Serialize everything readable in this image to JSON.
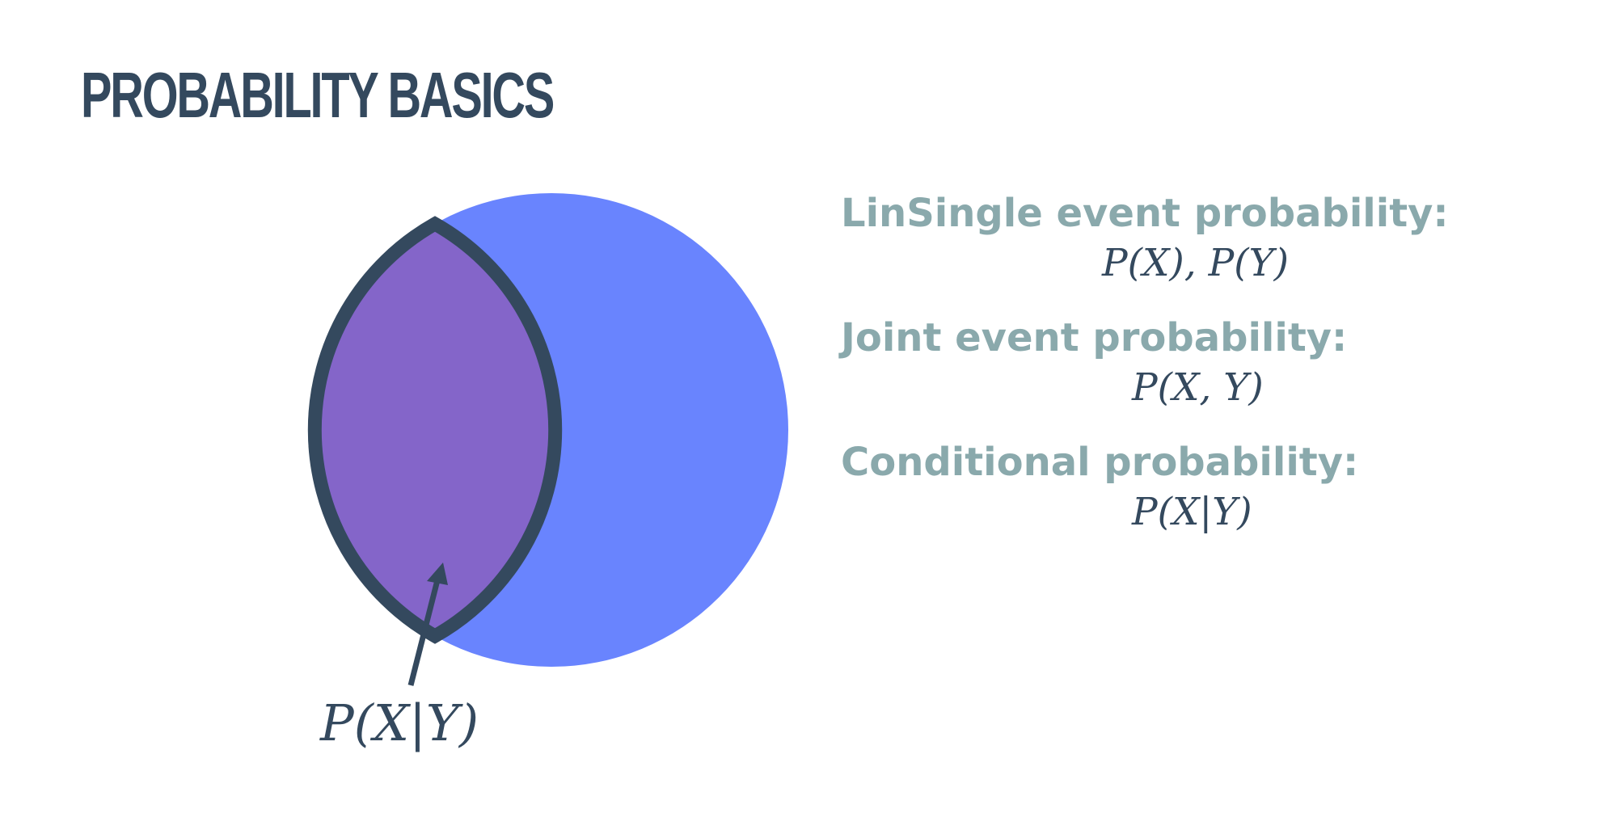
{
  "title": "PROBABILITY BASICS",
  "diagram": {
    "arrow_label": "P(X|Y)",
    "colors": {
      "circle_y": "#6984fe",
      "intersection": "#8465c9",
      "outline": "#34495e"
    }
  },
  "definitions": [
    {
      "label": "LinSingle event probability:",
      "formula": "P(X), P(Y)"
    },
    {
      "label": "Joint event probability:",
      "formula": "P(X, Y)"
    },
    {
      "label": "Conditional probability:",
      "formula": "P(X|Y)"
    }
  ]
}
